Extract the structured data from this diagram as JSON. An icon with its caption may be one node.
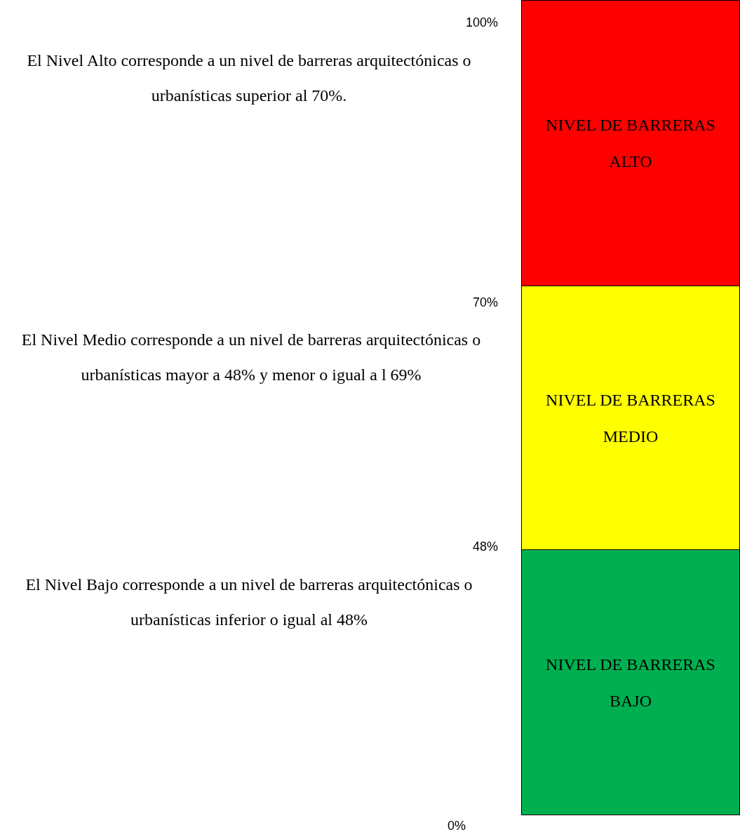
{
  "diagram": {
    "nodes": [
      {
        "text": [
          "NIVEL DE BARRERAS ALTO"
        ]
      },
      {
        "text": [
          "NIVEL DE BARRERAS MEDIO"
        ]
      },
      {
        "text": [
          "NIVEL DE BARRERAS BAJO"
        ]
      }
    ],
    "labels": [
      "100%",
      "El Nivel Alto corresponde a un nivel de barreras arquitectónicas o urbanísticas superior al 70%.",
      "70%",
      "El Nivel Medio corresponde a un nivel de barreras arquitectónicas o urbanísticas mayor a 48% y menor o igual a l 69%",
      "48%",
      "El Nivel Bajo corresponde a un nivel de barreras arquitectónicas o urbanísticas inferior o igual al 48%",
      "0%"
    ]
  }
}
